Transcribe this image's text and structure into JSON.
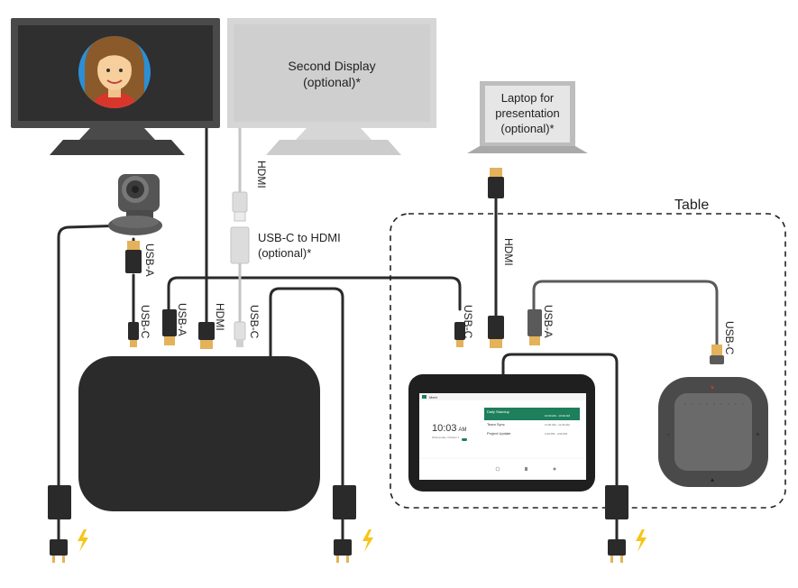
{
  "labels": {
    "second_display": [
      "Second Display",
      "(optional)*"
    ],
    "laptop": [
      "Laptop for",
      "presentation",
      "(optional)*"
    ],
    "table": "Table",
    "usb_c_to_hdmi": [
      "USB-C to HDMI",
      "(optional)*"
    ],
    "hdmi": "HDMI",
    "usb_a": "USB-A",
    "usb_c": "USB-C"
  },
  "tablet": {
    "app_name": "Meet",
    "time": "10:03",
    "ampm": "AM",
    "date": "Wednesday, October 1",
    "meetings": [
      "Daily Standup",
      "Team Sync",
      "Project Update"
    ],
    "meeting_times": [
      "10:00 AM - 10:30 AM",
      "11:00 AM - 11:30 AM",
      "1:00 PM - 2:00 PM"
    ]
  },
  "colors": {
    "cable": "#2a2a2a",
    "optional_cable": "#c4c4c4",
    "connector_tip": "#e3b25b",
    "power_bolt": "#f5c518",
    "monitor_frame": "#4a4a4a",
    "optional_display": "#d6d6d6",
    "accent_green": "#1e7f5c",
    "avatar_bg": "#2b8fd6",
    "hair": "#8a5a2b"
  },
  "icons": [
    "webcam-icon",
    "avatar-icon",
    "power-bolt-icon",
    "power-plug-icon",
    "mute-icon"
  ]
}
